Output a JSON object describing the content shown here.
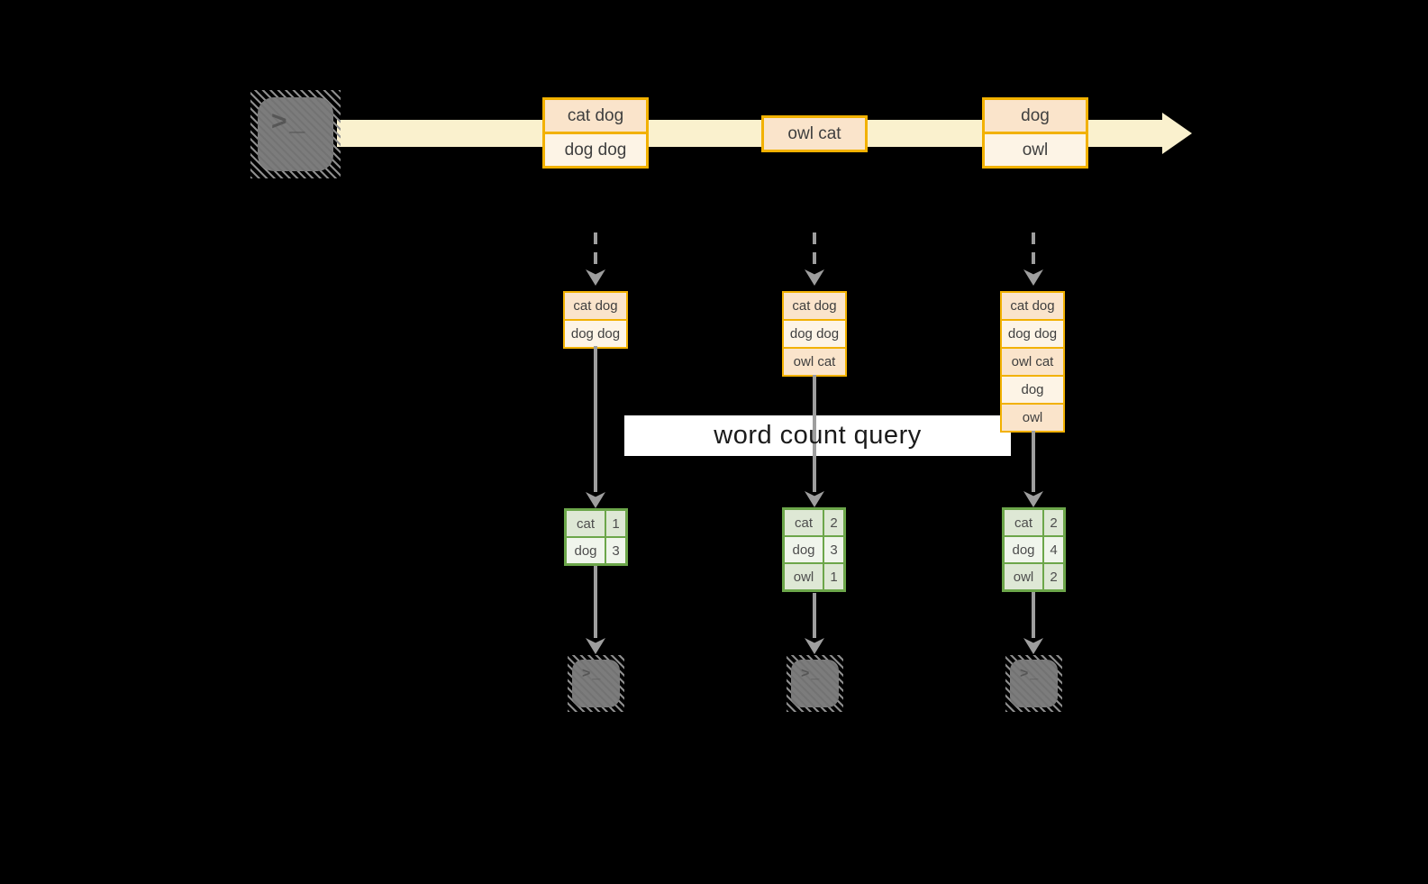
{
  "band": {
    "label": "word count query"
  },
  "terminal_glyph": ">_",
  "colors": {
    "background": "#000000",
    "stream_arrow": "#FAF1CE",
    "orange_border": "#F2B100",
    "peach_fill": "#FAE4CB",
    "cream_fill": "#FDF4E6",
    "green_border": "#6CA64A",
    "green_fill_dark": "#DEE8D5",
    "green_fill_light": "#F0F5EC",
    "connector_gray": "#9E9E9E",
    "terminal_gray": "#7C7C7C"
  },
  "stream_batches": [
    {
      "items": [
        "cat dog",
        "dog dog"
      ]
    },
    {
      "items": [
        "owl cat"
      ]
    },
    {
      "items": [
        "dog",
        "owl"
      ]
    }
  ],
  "pipelines": [
    {
      "state_items": [
        "cat dog",
        "dog dog"
      ],
      "counts": [
        {
          "word": "cat",
          "count": "1"
        },
        {
          "word": "dog",
          "count": "3"
        }
      ]
    },
    {
      "state_items": [
        "cat dog",
        "dog dog",
        "owl cat"
      ],
      "counts": [
        {
          "word": "cat",
          "count": "2"
        },
        {
          "word": "dog",
          "count": "3"
        },
        {
          "word": "owl",
          "count": "1"
        }
      ]
    },
    {
      "state_items": [
        "cat dog",
        "dog dog",
        "owl cat",
        "dog",
        "owl"
      ],
      "counts": [
        {
          "word": "cat",
          "count": "2"
        },
        {
          "word": "dog",
          "count": "4"
        },
        {
          "word": "owl",
          "count": "2"
        }
      ]
    }
  ]
}
